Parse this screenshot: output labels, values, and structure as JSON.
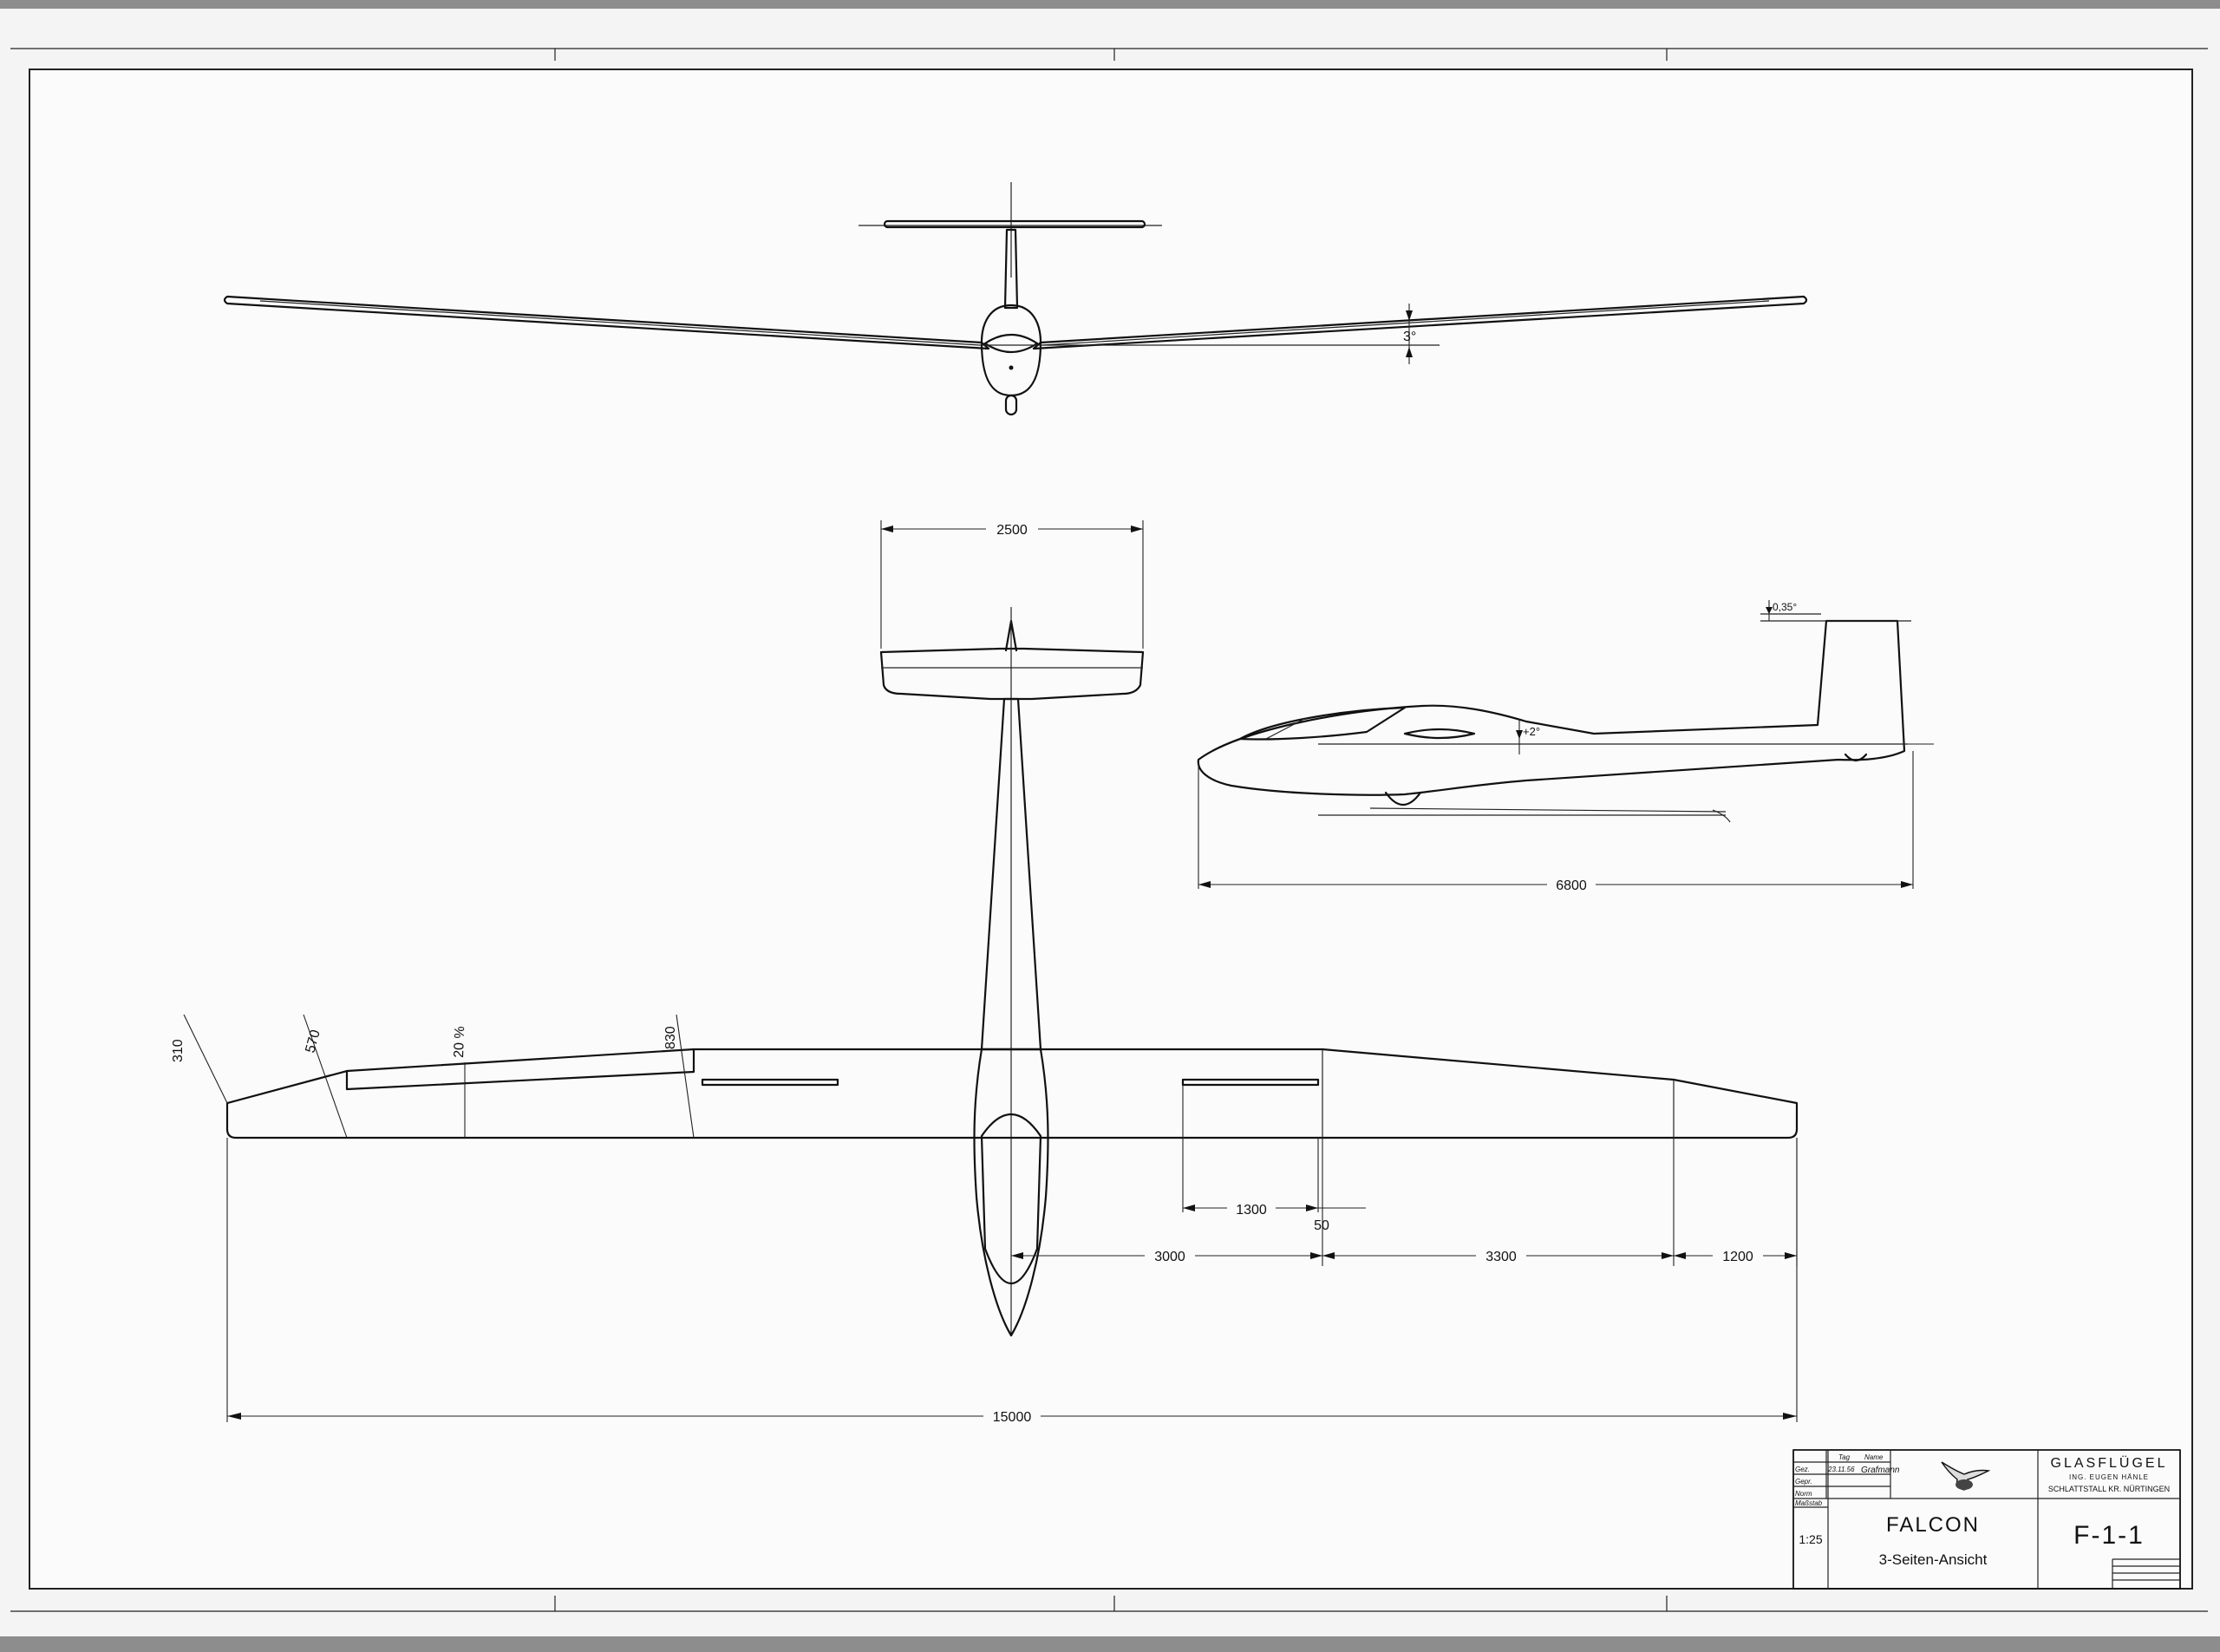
{
  "dimensions": {
    "tail_span": "2500",
    "length": "6800",
    "span": "15000",
    "aileron_root": "1300",
    "gap": "50",
    "root_to_brake": "3000",
    "brake_to_panel": "3300",
    "tip_panel": "1200",
    "tip_chord": "310",
    "mid_chord": "570",
    "root_chord": "830",
    "flap_depth": "20 %",
    "dihedral": "3°",
    "wing_incidence": "+2°",
    "stabilizer_incidence": "-0,35°"
  },
  "title_block": {
    "col_tag": "Tag",
    "col_name": "Name",
    "row_gez": "Gez.",
    "row_gepr": "Gepr.",
    "row_norm": "Norm",
    "date": "23.11.56",
    "signature": "Grafmann",
    "scale_label": "Maßstab",
    "scale": "1:25",
    "company": "GLASFLÜGEL",
    "company_line2": "ING. EUGEN HÄNLE",
    "company_line3": "SCHLATTSTALL KR. NÜRTINGEN",
    "drawing_title": "FALCON",
    "drawing_subtitle": "3-Seiten-Ansicht",
    "drawing_number": "F-1-1"
  },
  "colors": {
    "ink": "#111111",
    "paper": "#f4f4f4",
    "scan_edge": "#8d8d8d"
  },
  "icons": {
    "logo": "bird-emblem-icon"
  }
}
